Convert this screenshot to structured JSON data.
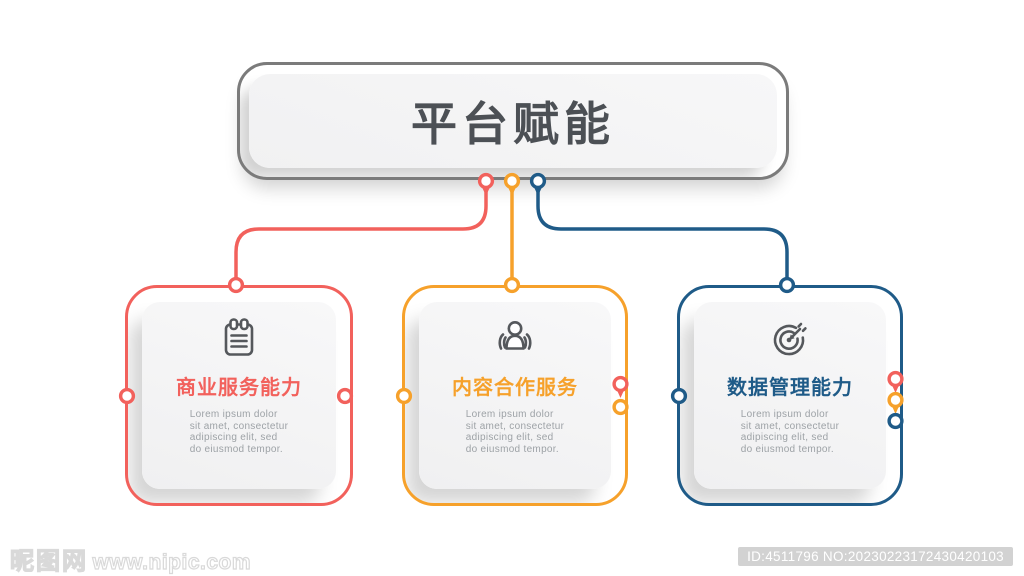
{
  "title": {
    "text": "平台赋能"
  },
  "colors": {
    "red": "#F2615C",
    "orange": "#F6A12B",
    "blue": "#1F5B88",
    "frame": "#7B7B7B",
    "title_text": "#4C5055",
    "body_text": "#9DA2A6",
    "icon": "#55585C"
  },
  "cards": [
    {
      "title": "商业服务能力",
      "body": "Lorem ipsum dolor\nsit amet, consectetur\nadipiscing elit, sed\ndo eiusmod tempor.",
      "color": "#F2615C",
      "icon": "notepad-icon"
    },
    {
      "title": "内容合作服务",
      "body": "Lorem ipsum dolor\nsit amet, consectetur\nadipiscing elit, sed\ndo eiusmod tempor.",
      "color": "#F6A12B",
      "icon": "audience-icon"
    },
    {
      "title": "数据管理能力",
      "body": "Lorem ipsum dolor\nsit amet, consectetur\nadipiscing elit, sed\ndo eiusmod tempor.",
      "color": "#1F5B88",
      "icon": "target-dart-icon"
    }
  ],
  "watermark": {
    "site_name": "昵图网",
    "site_url": "www.nipic.com",
    "image_id": "ID:4511796 NO:20230223172430420103"
  }
}
